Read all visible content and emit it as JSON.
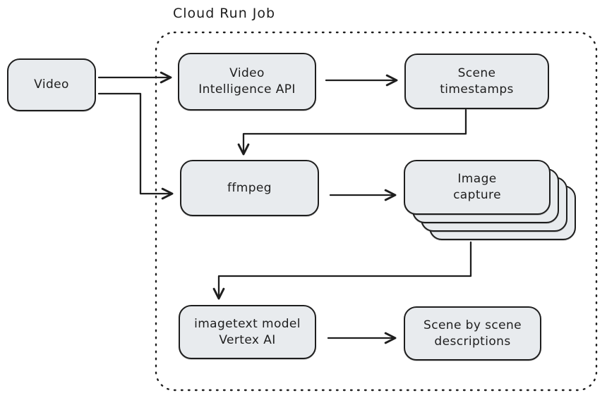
{
  "title": "Cloud Run Job",
  "colors": {
    "box_fill": "#e8ebee",
    "stroke": "#1e1e1e",
    "background": "#ffffff"
  },
  "container": {
    "label": "Cloud Run Job",
    "style": "dotted-rounded-rectangle"
  },
  "nodes": {
    "video": {
      "label": "Video"
    },
    "video_intelligence": {
      "label": "Video\nIntelligence API"
    },
    "scene_timestamps": {
      "label": "Scene\ntimestamps"
    },
    "ffmpeg": {
      "label": "ffmpeg"
    },
    "image_capture": {
      "label": "Image\ncapture",
      "stack_count": 4
    },
    "imagetext_model": {
      "label": "imagetext model\nVertex AI"
    },
    "scene_descriptions": {
      "label": "Scene by scene\ndescriptions"
    }
  },
  "edges": [
    {
      "from": "video",
      "to": "video_intelligence",
      "shape": "straight"
    },
    {
      "from": "video",
      "to": "ffmpeg",
      "shape": "elbow"
    },
    {
      "from": "video_intelligence",
      "to": "scene_timestamps",
      "shape": "straight"
    },
    {
      "from": "scene_timestamps",
      "to": "ffmpeg",
      "shape": "elbow"
    },
    {
      "from": "ffmpeg",
      "to": "image_capture",
      "shape": "straight"
    },
    {
      "from": "image_capture",
      "to": "imagetext_model",
      "shape": "elbow"
    },
    {
      "from": "imagetext_model",
      "to": "scene_descriptions",
      "shape": "straight"
    }
  ]
}
